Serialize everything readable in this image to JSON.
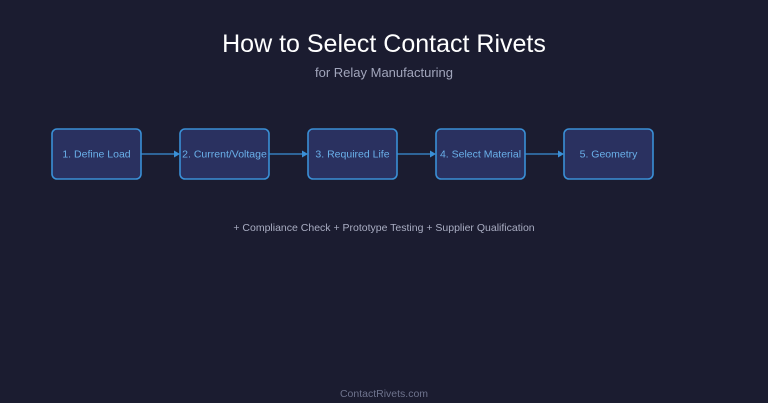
{
  "title": "How to Select Contact Rivets",
  "subtitle": "for Relay Manufacturing",
  "steps": [
    {
      "label": "1. Define Load"
    },
    {
      "label": "2. Current/Voltage"
    },
    {
      "label": "3. Required Life"
    },
    {
      "label": "4. Select Material"
    },
    {
      "label": "5. Geometry"
    }
  ],
  "extras_note": "+ Compliance Check + Prototype Testing + Supplier Qualification",
  "footer": "ContactRivets.com",
  "colors": {
    "background": "#1b1c30",
    "box_fill": "#2a3160",
    "box_stroke": "#3a8fd6",
    "box_text": "#6ab0ea",
    "arrow": "#3a8fd6"
  }
}
